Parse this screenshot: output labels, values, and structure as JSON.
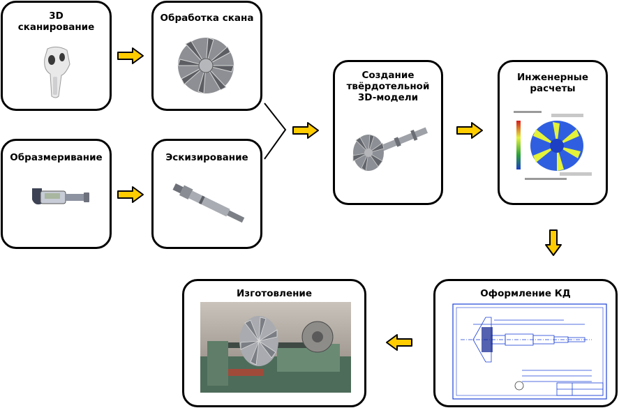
{
  "steps": {
    "scanning": "3D\nсканирование",
    "scan_processing": "Обработка скана",
    "measuring": "Образмеривание",
    "sketching": "Эскизирование",
    "solid_model": "Создание\nтвёрдотельной\n3D-модели",
    "engineering": "Инженерные\nрасчеты",
    "documentation": "Оформление КД",
    "manufacturing": "Изготовление"
  },
  "colors": {
    "arrow_fill": "#ffcc00",
    "arrow_stroke": "#000000",
    "box_border": "#000000",
    "drawing_lines": "#1a3fd6",
    "fea_hot": "#e4f23a",
    "fea_cold": "#1c3fc4"
  },
  "icons": {
    "scanning": "handheld-3d-scanner",
    "scan_processing": "impeller-scan",
    "measuring": "digital-micrometer",
    "sketching": "shaft-model",
    "solid_model": "impeller-shaft-model",
    "engineering": "fea-stress-plot",
    "documentation": "engineering-drawing",
    "manufacturing": "lathe-photo"
  }
}
